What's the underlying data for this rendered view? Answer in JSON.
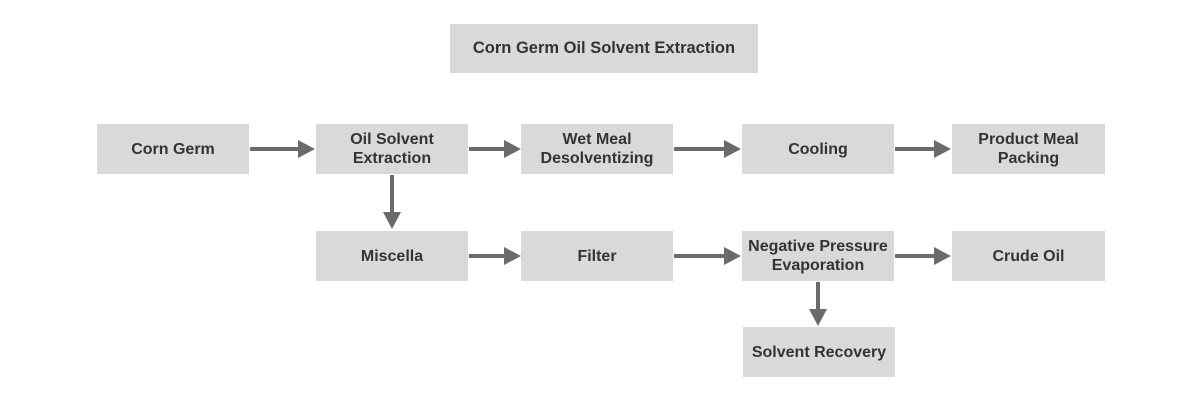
{
  "diagram": {
    "title": "Corn Germ Oil Solvent Extraction",
    "nodes": {
      "corn_germ": "Corn Germ",
      "oil_solvent_extraction": "Oil Solvent\nExtraction",
      "wet_meal_desolventizing": "Wet Meal\nDesolventizing",
      "cooling": "Cooling",
      "product_meal_packing": "Product Meal\nPacking",
      "miscella": "Miscella",
      "filter": "Filter",
      "negative_pressure_evaporation": "Negative Pressure\nEvaporation",
      "crude_oil": "Crude Oil",
      "solvent_recovery": "Solvent Recovery"
    },
    "edges": [
      {
        "from": "corn_germ",
        "to": "oil_solvent_extraction"
      },
      {
        "from": "oil_solvent_extraction",
        "to": "wet_meal_desolventizing"
      },
      {
        "from": "wet_meal_desolventizing",
        "to": "cooling"
      },
      {
        "from": "cooling",
        "to": "product_meal_packing"
      },
      {
        "from": "oil_solvent_extraction",
        "to": "miscella"
      },
      {
        "from": "miscella",
        "to": "filter"
      },
      {
        "from": "filter",
        "to": "negative_pressure_evaporation"
      },
      {
        "from": "negative_pressure_evaporation",
        "to": "crude_oil"
      },
      {
        "from": "negative_pressure_evaporation",
        "to": "solvent_recovery"
      }
    ],
    "colors": {
      "box_fill": "#d9d9d9",
      "text": "#333333",
      "arrow": "#6b6b6b"
    }
  }
}
